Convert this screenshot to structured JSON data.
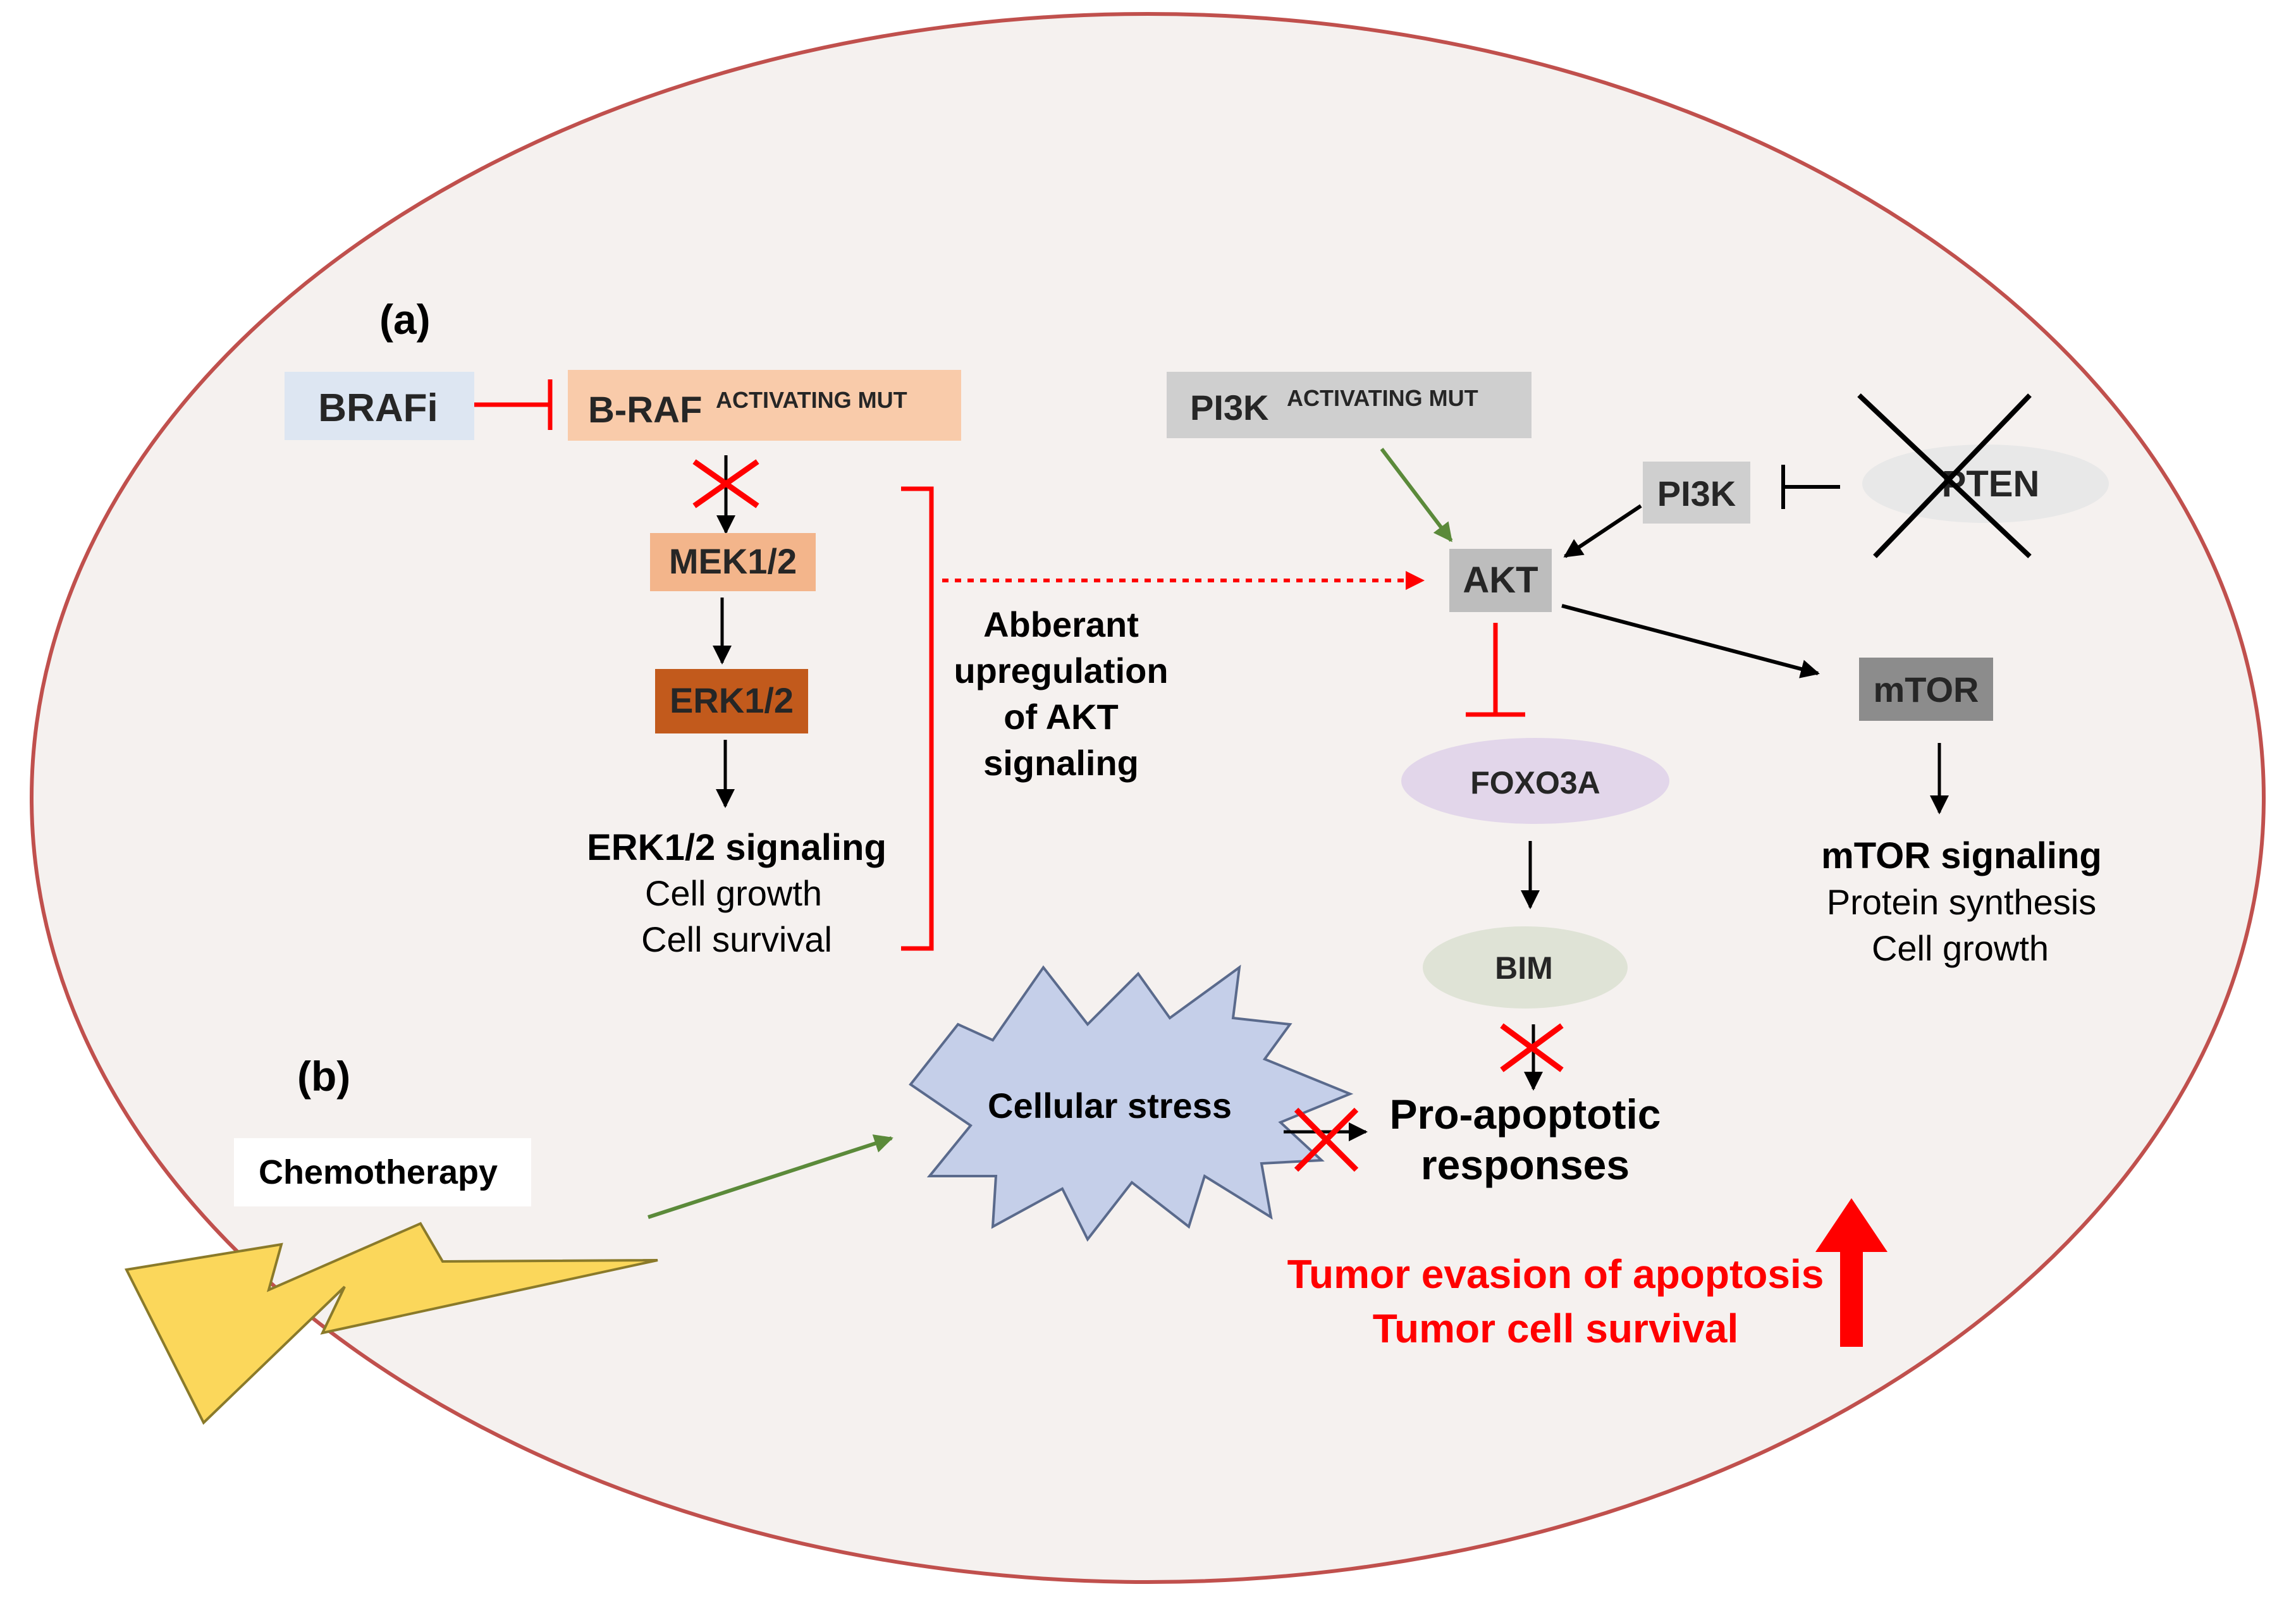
{
  "panel_labels": {
    "a": "(a)",
    "b": "(b)"
  },
  "nodes": {
    "brafi": "BRAFi",
    "braf": "B-RAF",
    "braf_sup": "ACTIVATING MUT",
    "mek": "MEK1/2",
    "erk": "ERK1/2",
    "pi3k_mut": "PI3K",
    "pi3k_mut_sup": "ACTIVATING MUT",
    "pi3k": "PI3K",
    "pten": "PTEN",
    "akt": "AKT",
    "mtor": "mTOR",
    "foxo3a": "FOXO3A",
    "bim": "BIM",
    "chemotherapy": "Chemotherapy",
    "cellular_stress": "Cellular stress"
  },
  "texts": {
    "erk_signaling": "ERK1/2 signaling",
    "erk_growth": "Cell growth",
    "erk_survival": "Cell survival",
    "abberant_1": "Abberant",
    "abberant_2": "upregulation",
    "abberant_3": "of AKT",
    "abberant_4": "signaling",
    "mtor_signaling": "mTOR signaling",
    "mtor_protein": "Protein synthesis",
    "mtor_growth": "Cell growth",
    "proapop_1": "Pro-apoptotic",
    "proapop_2": "responses",
    "outcome_1": "Tumor evasion of apoptosis",
    "outcome_2": "Tumor cell survival"
  },
  "colors": {
    "cell_fill": "#f5f1ef",
    "cell_border": "#c0504d",
    "brafi_fill": "#dde6f2",
    "braf_fill": "#f9cbaa",
    "mek_fill": "#f3b58b",
    "erk_fill": "#c25a1c",
    "gray_fill": "#cfcfcf",
    "akt_fill": "#bdbdbd",
    "mtor_fill": "#8c8c8c",
    "pten_fill": "#e8e8e8",
    "foxo_fill": "#e2d6ea",
    "bim_fill": "#dfe3d6",
    "stress_fill": "#c5cfe9",
    "stress_stroke": "#5a6a8c",
    "bolt_fill": "#fbd75b",
    "bolt_stroke": "#8a7a2a",
    "red": "#ff0000",
    "green": "#5b8a3a",
    "black": "#000000"
  }
}
